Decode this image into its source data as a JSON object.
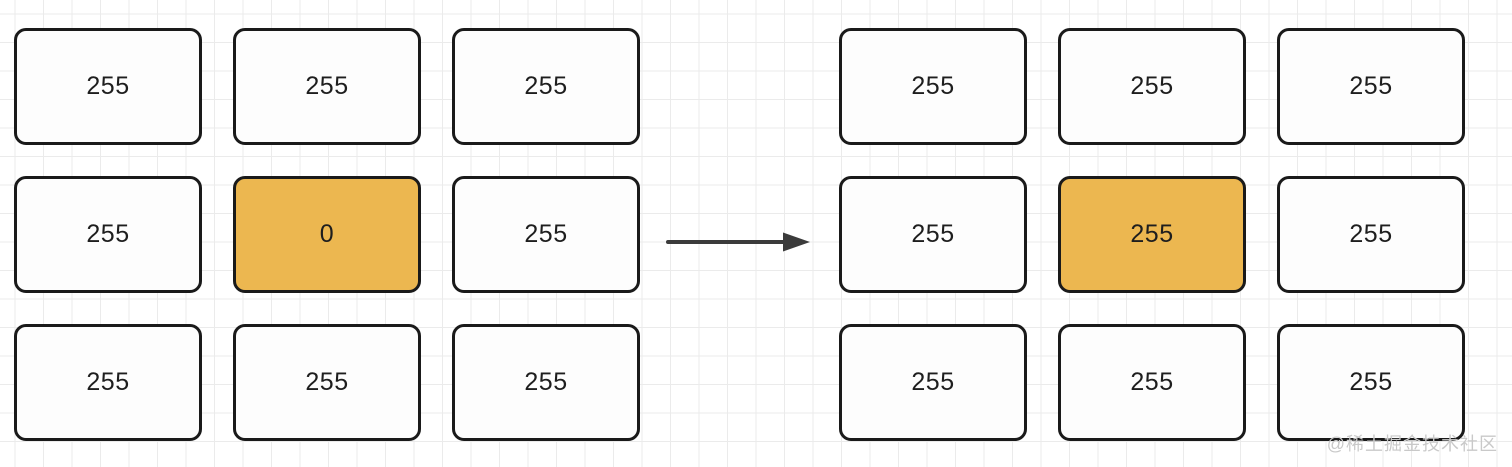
{
  "matrices": {
    "before": {
      "rows": [
        [
          "255",
          "255",
          "255"
        ],
        [
          "255",
          "0",
          "255"
        ],
        [
          "255",
          "255",
          "255"
        ]
      ],
      "highlight": {
        "row": 1,
        "col": 1
      }
    },
    "after": {
      "rows": [
        [
          "255",
          "255",
          "255"
        ],
        [
          "255",
          "255",
          "255"
        ],
        [
          "255",
          "255",
          "255"
        ]
      ],
      "highlight": {
        "row": 1,
        "col": 1
      }
    }
  },
  "watermark": "@稀土掘金技术社区",
  "colors": {
    "cell_fill": "#fdfdfd",
    "cell_border": "#1a1a1a",
    "highlight_fill": "#ecb750",
    "text": "#1e1e1e",
    "arrow": "#3b3b3b",
    "grid_line": "#ebebeb",
    "watermark": "#c9c9c9"
  }
}
